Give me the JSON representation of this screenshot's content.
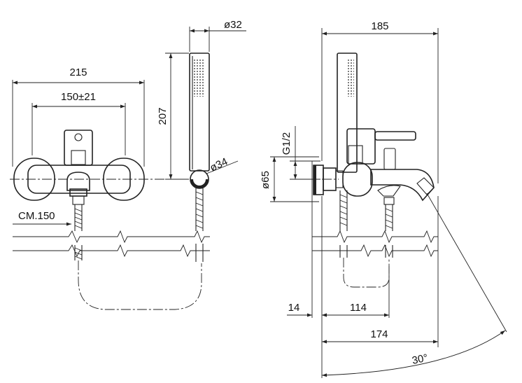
{
  "dimensions": {
    "front_overall_width": "215",
    "front_center_distance": "150±21",
    "hose_length": "CM.150",
    "shower_diameter": "ø32",
    "shower_height": "207",
    "holder_diameter": "ø34",
    "side_overall_depth": "185",
    "thread": "G1/2",
    "rosette_diameter": "ø65",
    "wall_offset": "14",
    "spout_axis": "114",
    "spout_reach": "174",
    "swivel_angle": "30°"
  }
}
